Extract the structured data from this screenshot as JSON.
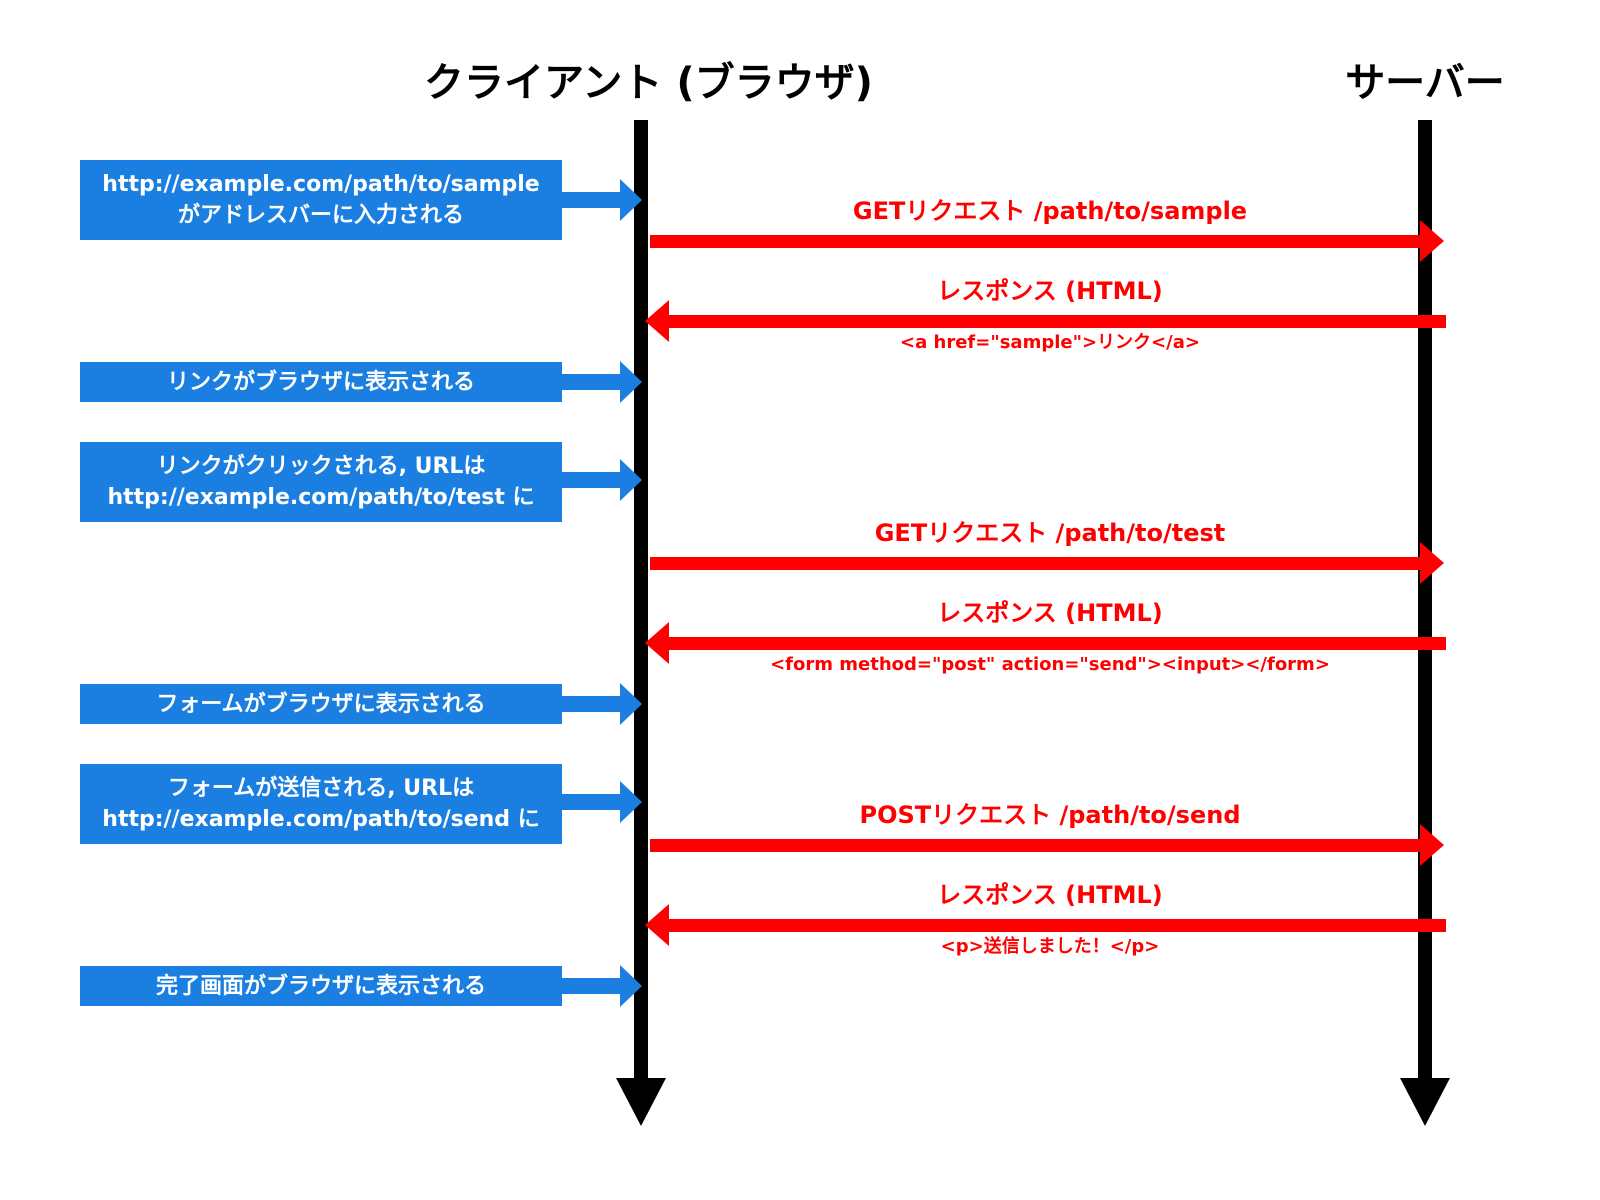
{
  "actors": {
    "client": "クライアント (ブラウザ)",
    "server": "サーバー"
  },
  "events": [
    {
      "text": "http://example.com/path/to/sample\nがアドレスバーに入力される"
    },
    {
      "text": "リンクがブラウザに表示される"
    },
    {
      "text": "リンクがクリックされる, URLは\nhttp://example.com/path/to/test に"
    },
    {
      "text": "フォームがブラウザに表示される"
    },
    {
      "text": "フォームが送信される, URLは\nhttp://example.com/path/to/send に"
    },
    {
      "text": "完了画面がブラウザに表示される"
    }
  ],
  "messages": [
    {
      "direction": "request",
      "label": "GETリクエスト /path/to/sample"
    },
    {
      "direction": "response",
      "label": "レスポンス (HTML)",
      "detail": "<a href=\"sample\">リンク</a>"
    },
    {
      "direction": "request",
      "label": "GETリクエスト /path/to/test"
    },
    {
      "direction": "response",
      "label": "レスポンス (HTML)",
      "detail": "<form method=\"post\" action=\"send\"><input></form>"
    },
    {
      "direction": "request",
      "label": "POSTリクエスト /path/to/send"
    },
    {
      "direction": "response",
      "label": "レスポンス (HTML)",
      "detail": "<p>送信しました！</p>"
    }
  ],
  "colors": {
    "event_box": "#1a7fe0",
    "message": "#ff0000",
    "lifeline": "#000000"
  }
}
